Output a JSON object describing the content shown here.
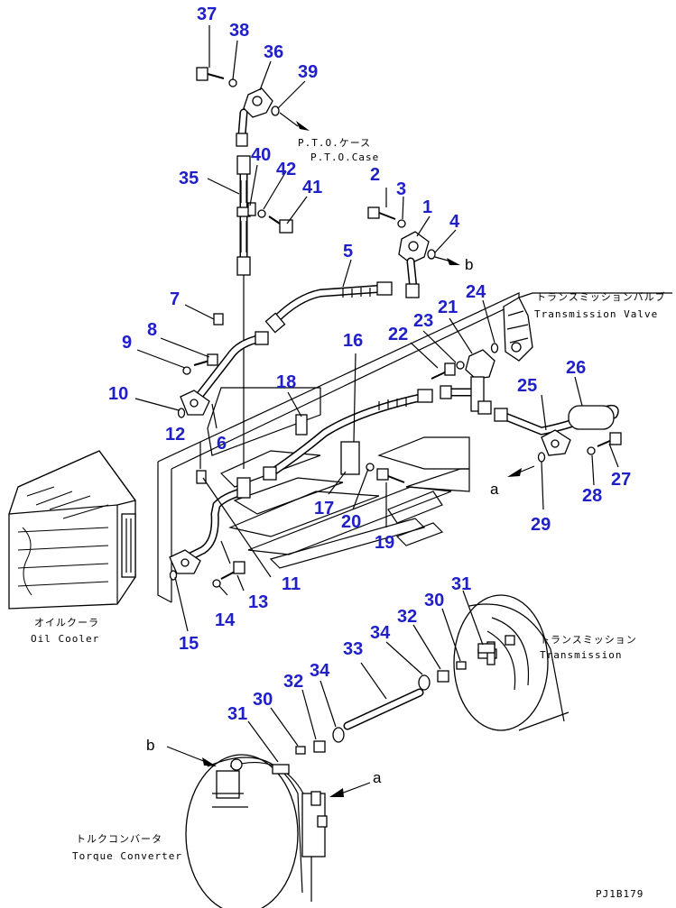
{
  "drawing_code": "PJ1B179",
  "part_numbers": [
    "1",
    "2",
    "3",
    "4",
    "5",
    "7",
    "8",
    "9",
    "10",
    "6",
    "11",
    "12",
    "13",
    "14",
    "15",
    "16",
    "17",
    "18",
    "19",
    "20",
    "21",
    "22",
    "23",
    "24",
    "25",
    "26",
    "27",
    "28",
    "29",
    "30",
    "31",
    "32",
    "33",
    "34",
    "35",
    "36",
    "37",
    "38",
    "39",
    "40",
    "41",
    "42"
  ],
  "parts": {
    "p1": "1",
    "p2": "2",
    "p3": "3",
    "p4": "4",
    "p5": "5",
    "p6": "6",
    "p7": "7",
    "p8": "8",
    "p9": "9",
    "p10": "10",
    "p11": "11",
    "p12": "12",
    "p13": "13",
    "p14": "14",
    "p15": "15",
    "p16": "16",
    "p17": "17",
    "p18": "18",
    "p19": "19",
    "p20": "20",
    "p21": "21",
    "p22": "22",
    "p23": "23",
    "p24": "24",
    "p25": "25",
    "p26": "26",
    "p27": "27",
    "p28": "28",
    "p29": "29",
    "p30a": "30",
    "p30b": "30",
    "p31a": "31",
    "p31b": "31",
    "p32a": "32",
    "p32b": "32",
    "p33": "33",
    "p34a": "34",
    "p34b": "34",
    "p35": "35",
    "p36": "36",
    "p37": "37",
    "p38": "38",
    "p39": "39",
    "p40": "40",
    "p41": "41",
    "p42": "42"
  },
  "labels": {
    "pto_jp": "P.T.O.ケース",
    "pto_en": "P.T.O.Case",
    "tv_jp": "トランスミッションバルブ",
    "tv_en": "Transmission Valve",
    "oc_jp": "オイルクーラ",
    "oc_en": "Oil Cooler",
    "tr_jp": "トランスミッション",
    "tr_en": "Transmission",
    "tc_jp": "トルクコンバータ",
    "tc_en": "Torque Converter"
  },
  "refs": {
    "a1": "a",
    "a2": "a",
    "b1": "b",
    "b2": "b"
  },
  "colors": {
    "part_number": "#2020c8",
    "line": "#000000"
  }
}
